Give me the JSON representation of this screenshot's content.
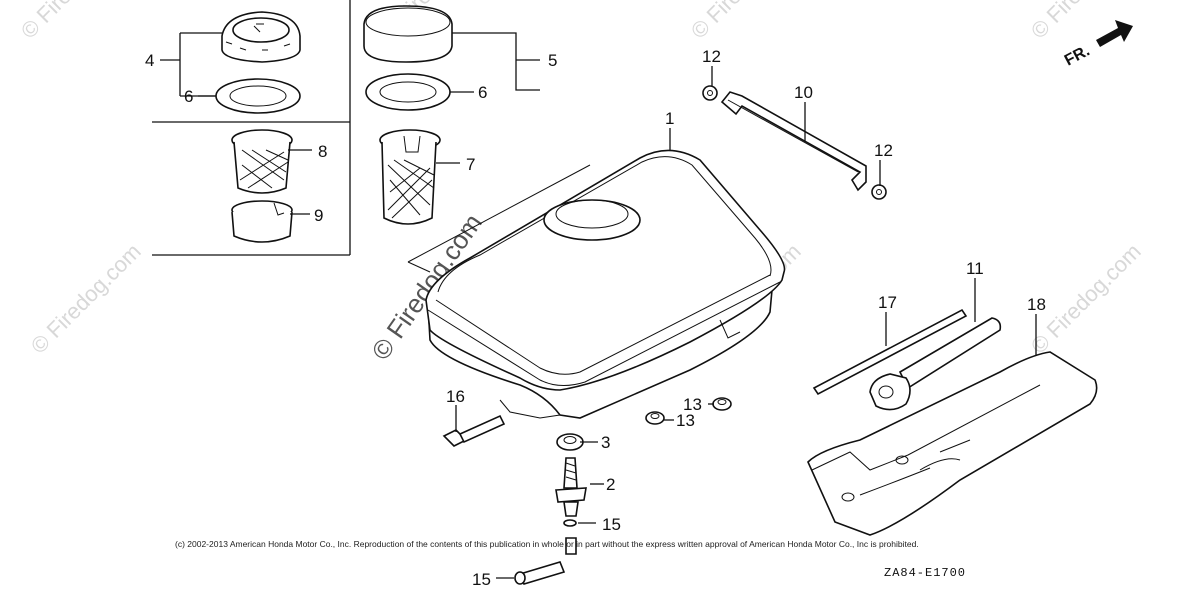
{
  "watermarks": {
    "small": "© Firedog.com",
    "center": "© Firedog.com"
  },
  "direction_label": "FR.",
  "callouts": [
    "1",
    "2",
    "3",
    "4",
    "5",
    "6",
    "6",
    "7",
    "8",
    "9",
    "10",
    "11",
    "12",
    "12",
    "13",
    "13",
    "15",
    "15",
    "16",
    "17",
    "18"
  ],
  "copyright": "(c) 2002-2013 American Honda Motor Co., Inc. Reproduction of the contents of this publication in whole or in part without the express written approval of American Honda Motor Co., Inc is prohibited.",
  "diagram_code": "ZA84-E1700"
}
